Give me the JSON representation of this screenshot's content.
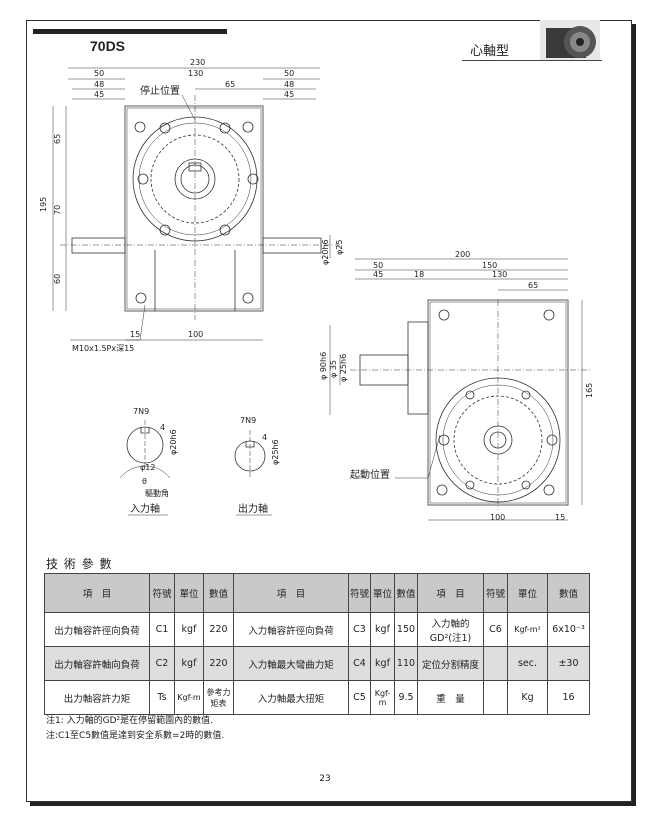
{
  "header": {
    "model": "70DS",
    "subtitle": "心軸型"
  },
  "drawing": {
    "labels": {
      "stop_position": "停止位置",
      "start_position": "起動位置",
      "input_shaft_1": "入力軸",
      "input_shaft_2": "出力軸",
      "drive_angle": "驅動角",
      "thread_note": "M10x1.5Px深15",
      "keyway_1": "7N9",
      "keyway_2": "7N9",
      "theta": "θ"
    },
    "front_dims": {
      "top": [
        "230",
        "130",
        "50",
        "50",
        "48",
        "48",
        "45",
        "45",
        "65"
      ],
      "left": [
        "195",
        "65",
        "70",
        "60"
      ],
      "bottom": [
        "15",
        "100"
      ],
      "shaft": [
        "φ20h6",
        "φ25"
      ]
    },
    "side_dims": {
      "top": [
        "200",
        "150",
        "130",
        "50",
        "45",
        "18",
        "65"
      ],
      "left": [
        "φ 90h6",
        "φ 35",
        "φ 25h6"
      ],
      "right": [
        "165"
      ],
      "bottom": [
        "100",
        "15"
      ]
    },
    "section_dims": {
      "a": [
        "4",
        "φ20h6",
        "φ12"
      ],
      "b": [
        "4",
        "φ25h6"
      ]
    }
  },
  "spec": {
    "title": "技 術 參 數",
    "headers": [
      "項　目",
      "符號",
      "單位",
      "數值",
      "項　目",
      "符號",
      "單位",
      "數值",
      "項　目",
      "符號",
      "單位",
      "數值"
    ],
    "rows": [
      [
        "出力軸容許徑向負荷",
        "C1",
        "kgf",
        "220",
        "入力軸容許徑向負荷",
        "C3",
        "kgf",
        "150",
        "入力軸的GD²(注1)",
        "C6",
        "Kgf-m²",
        "6x10⁻³"
      ],
      [
        "出力軸容許軸向負荷",
        "C2",
        "kgf",
        "220",
        "入力軸最大彎曲力矩",
        "C4",
        "kgf",
        "110",
        "定位分割精度",
        "",
        "sec.",
        "±30"
      ],
      [
        "出力軸容許力矩",
        "Ts",
        "Kgf-m",
        "參考力矩表",
        "入力軸最大扭矩",
        "C5",
        "Kgf-m",
        "9.5",
        "重　量",
        "",
        "Kg",
        "16"
      ]
    ]
  },
  "notes": [
    "注1: 入力軸的GD²是在停留範圍內的數值.",
    "注:C1至C5數值是達到安全系數=2時的數值."
  ],
  "page_number": "23"
}
